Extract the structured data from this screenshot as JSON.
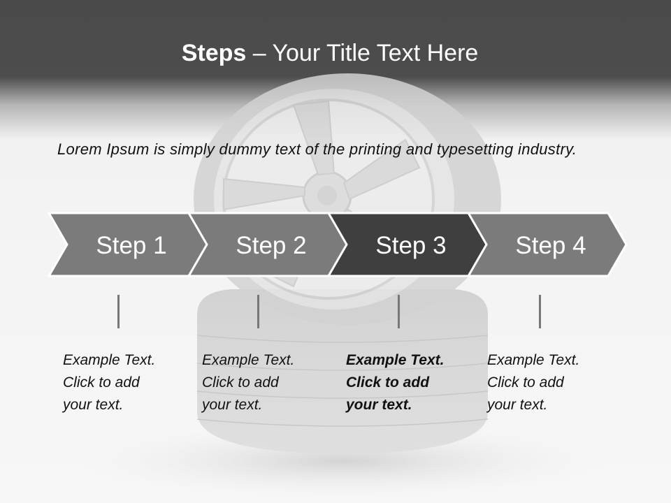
{
  "title": {
    "bold": "Steps",
    "rest": " – Your Title Text Here"
  },
  "intro": "Lorem Ipsum is simply dummy text of the printing and typesetting industry.",
  "steps": [
    {
      "label": "Step 1",
      "text_lines": [
        "Example Text.",
        "Click  to add",
        "your text."
      ],
      "active": false
    },
    {
      "label": "Step 2",
      "text_lines": [
        "Example Text.",
        "Click  to add",
        "your text."
      ],
      "active": false
    },
    {
      "label": "Step 3",
      "text_lines": [
        "Example Text.",
        "Click  to add",
        "your text."
      ],
      "active": true
    },
    {
      "label": "Step 4",
      "text_lines": [
        "Example Text.",
        "Click  to add",
        "your text."
      ],
      "active": false
    }
  ],
  "colors": {
    "header": "#4d4d4d",
    "chevron": "#7b7b7b",
    "chevron_active": "#3f3f3f",
    "chevron_text": "#ffffff",
    "connector": "#777777"
  },
  "background_image": "tire-wheel-icon"
}
